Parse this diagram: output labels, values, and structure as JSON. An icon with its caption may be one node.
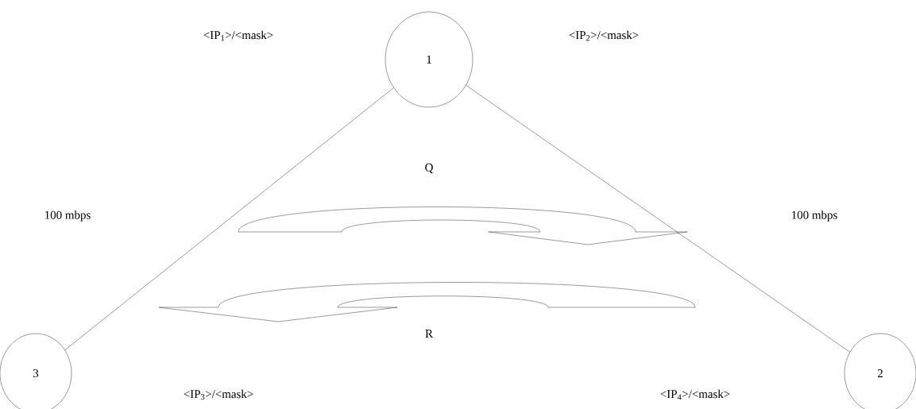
{
  "diagram": {
    "nodes": [
      {
        "text": [
          "1"
        ]
      },
      {
        "text": [
          "2"
        ]
      },
      {
        "text": [
          "3"
        ]
      }
    ],
    "edges": [
      {
        "from": 0,
        "to": 2,
        "arrow": "none"
      },
      {
        "from": 0,
        "to": 1,
        "arrow": "none"
      }
    ],
    "labels": [
      "<IP$_{1}$>/<mask>",
      "<IP$_{2}$>/<mask>",
      "Q",
      "100 mbps",
      "100 mbps",
      "R",
      "<IP$_{3}$>/<mask>",
      "<IP$_{4}$>/<mask>"
    ]
  }
}
